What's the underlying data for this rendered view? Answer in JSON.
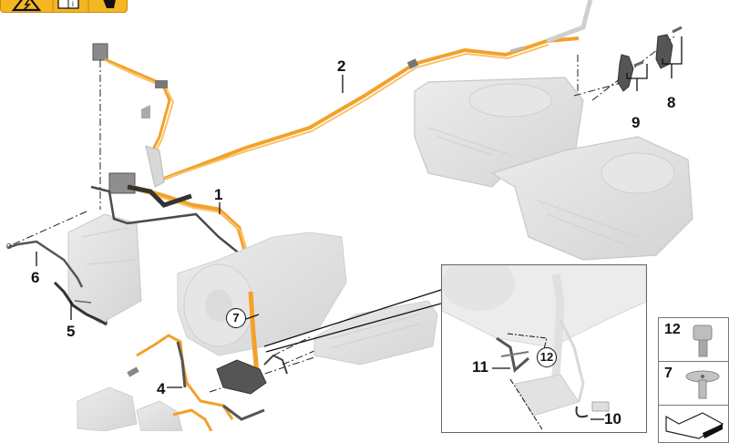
{
  "diagram": {
    "type": "exploded-parts-diagram",
    "subject": "High-voltage cable harness assembly with transmission, battery, and electric components",
    "colors": {
      "hv_cable": "#f3a12b",
      "hv_cable_light": "#f8c46a",
      "component_grey": "#e2e2e2",
      "dark_part": "#5a5a5a",
      "warning_yellow": "#f5b623",
      "line": "#222222"
    }
  },
  "warning_bar": {
    "icons": [
      "high-voltage-warning-icon",
      "manual-book-icon",
      "protective-glove-icon"
    ]
  },
  "callouts": [
    {
      "id": "1",
      "label": "1"
    },
    {
      "id": "2",
      "label": "2"
    },
    {
      "id": "4",
      "label": "4"
    },
    {
      "id": "5",
      "label": "5"
    },
    {
      "id": "6",
      "label": "6"
    },
    {
      "id": "8",
      "label": "8"
    },
    {
      "id": "9",
      "label": "9"
    },
    {
      "id": "10",
      "label": "10"
    },
    {
      "id": "11",
      "label": "11"
    }
  ],
  "circled_callouts": [
    {
      "id": "7",
      "label": "7"
    },
    {
      "id": "12",
      "label": "12"
    }
  ],
  "part_boxes": [
    {
      "label": "12",
      "part": "hex-bolt"
    },
    {
      "label": "7",
      "part": "flat-head-rivet-screw"
    },
    {
      "label": "",
      "part": "wedge-block"
    }
  ]
}
